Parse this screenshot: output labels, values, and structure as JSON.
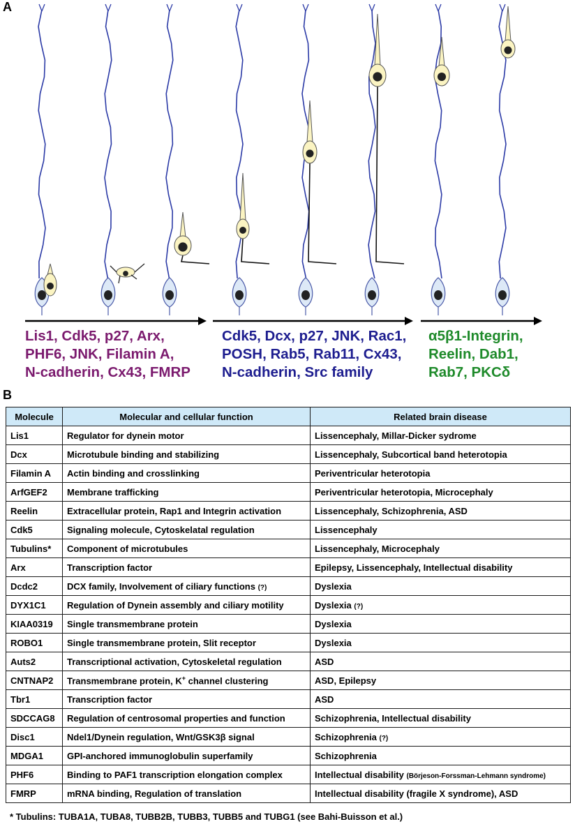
{
  "panel_a_label": "A",
  "panel_b_label": "B",
  "colors": {
    "purple": "#7b1a6e",
    "navy": "#1d1d8f",
    "green": "#1e8a2a",
    "cell_fill": "#fbf4c2",
    "radial_fill": "#dde9f7",
    "fiber": "#2b3aa6"
  },
  "groups": [
    {
      "color": "purple",
      "lines": [
        "Lis1, Cdk5, p27, Arx,",
        "PHF6, JNK, Filamin A,",
        "N-cadherin, Cx43, FMRP"
      ]
    },
    {
      "color": "navy",
      "lines": [
        "Cdk5, Dcx, p27, JNK, Rac1,",
        "POSH, Rab5, Rab11, Cx43,",
        "N-cadherin, Src family"
      ]
    },
    {
      "color": "green",
      "lines": [
        "α5β1-Integrin,",
        "Reelin, Dab1,",
        "Rab7, PKCδ"
      ]
    }
  ],
  "table": {
    "headers": [
      "Molecule",
      "Molecular and cellular function",
      "Related brain disease"
    ],
    "rows": [
      {
        "molecule": "Lis1",
        "function": "Regulator for dynein motor",
        "disease": "Lissencephaly, Millar-Dicker sydrome"
      },
      {
        "molecule": "Dcx",
        "function": "Microtubule binding and stabilizing",
        "disease": "Lissencephaly, Subcortical band heterotopia"
      },
      {
        "molecule": "Filamin A",
        "function": "Actin binding and crosslinking",
        "disease": "Periventricular heterotopia"
      },
      {
        "molecule": "ArfGEF2",
        "function": "Membrane trafficking",
        "disease": "Periventricular heterotopia, Microcephaly"
      },
      {
        "molecule": "Reelin",
        "function": "Extracellular protein, Rap1 and Integrin activation",
        "disease": "Lissencephaly, Schizophrenia, ASD"
      },
      {
        "molecule": "Cdk5",
        "function": "Signaling molecule, Cytoskelatal regulation",
        "disease": "Lissencephaly"
      },
      {
        "molecule": "Tubulins*",
        "function": "Component of microtubules",
        "disease": "Lissencephaly, Microcephaly"
      },
      {
        "molecule": "Arx",
        "function": "Transcription factor",
        "disease": "Epilepsy, Lissencephaly, Intellectual disability"
      },
      {
        "molecule": "Dcdc2",
        "function": "DCX family, Involvement of ciliary functions",
        "function_note": "(?)",
        "disease": "Dyslexia"
      },
      {
        "molecule": "DYX1C1",
        "function": "Regulation of Dynein assembly and ciliary motility",
        "disease": "Dyslexia",
        "disease_note": "(?)"
      },
      {
        "molecule": "KIAA0319",
        "function": "Single transmembrane protein",
        "disease": "Dyslexia"
      },
      {
        "molecule": "ROBO1",
        "function": "Single transmembrane protein, Slit receptor",
        "disease": "Dyslexia"
      },
      {
        "molecule": "Auts2",
        "function": "Transcriptional activation, Cytoskeletal regulation",
        "disease": "ASD"
      },
      {
        "molecule": "CNTNAP2",
        "function": "Transmembrane protein, K",
        "function_sup": "+",
        "function_tail": " channel clustering",
        "disease": "ASD, Epilepsy"
      },
      {
        "molecule": "Tbr1",
        "function": "Transcription factor",
        "disease": "ASD"
      },
      {
        "molecule": "SDCCAG8",
        "function": "Regulation of centrosomal properties and function",
        "disease": "Schizophrenia, Intellectual disability"
      },
      {
        "molecule": "Disc1",
        "function": "Ndel1/Dynein regulation, Wnt/GSK3β signal",
        "disease": "Schizophrenia",
        "disease_note": "(?)"
      },
      {
        "molecule": "MDGA1",
        "function": "GPI-anchored immunoglobulin superfamily",
        "disease": "Schizophrenia"
      },
      {
        "molecule": "PHF6",
        "function": "Binding to PAF1 transcription elongation complex",
        "disease": "Intellectual disability",
        "disease_note": "(Börjeson-Forssman-Lehmann syndrome)"
      },
      {
        "molecule": "FMRP",
        "function": "mRNA binding, Regulation of translation",
        "disease": "Intellectual disability (fragile X syndrome), ASD"
      }
    ]
  },
  "footnote": "* Tubulins: TUBA1A, TUBA8, TUBB2B, TUBB3, TUBB5 and TUBG1 (see Bahi-Buisson et al.)"
}
